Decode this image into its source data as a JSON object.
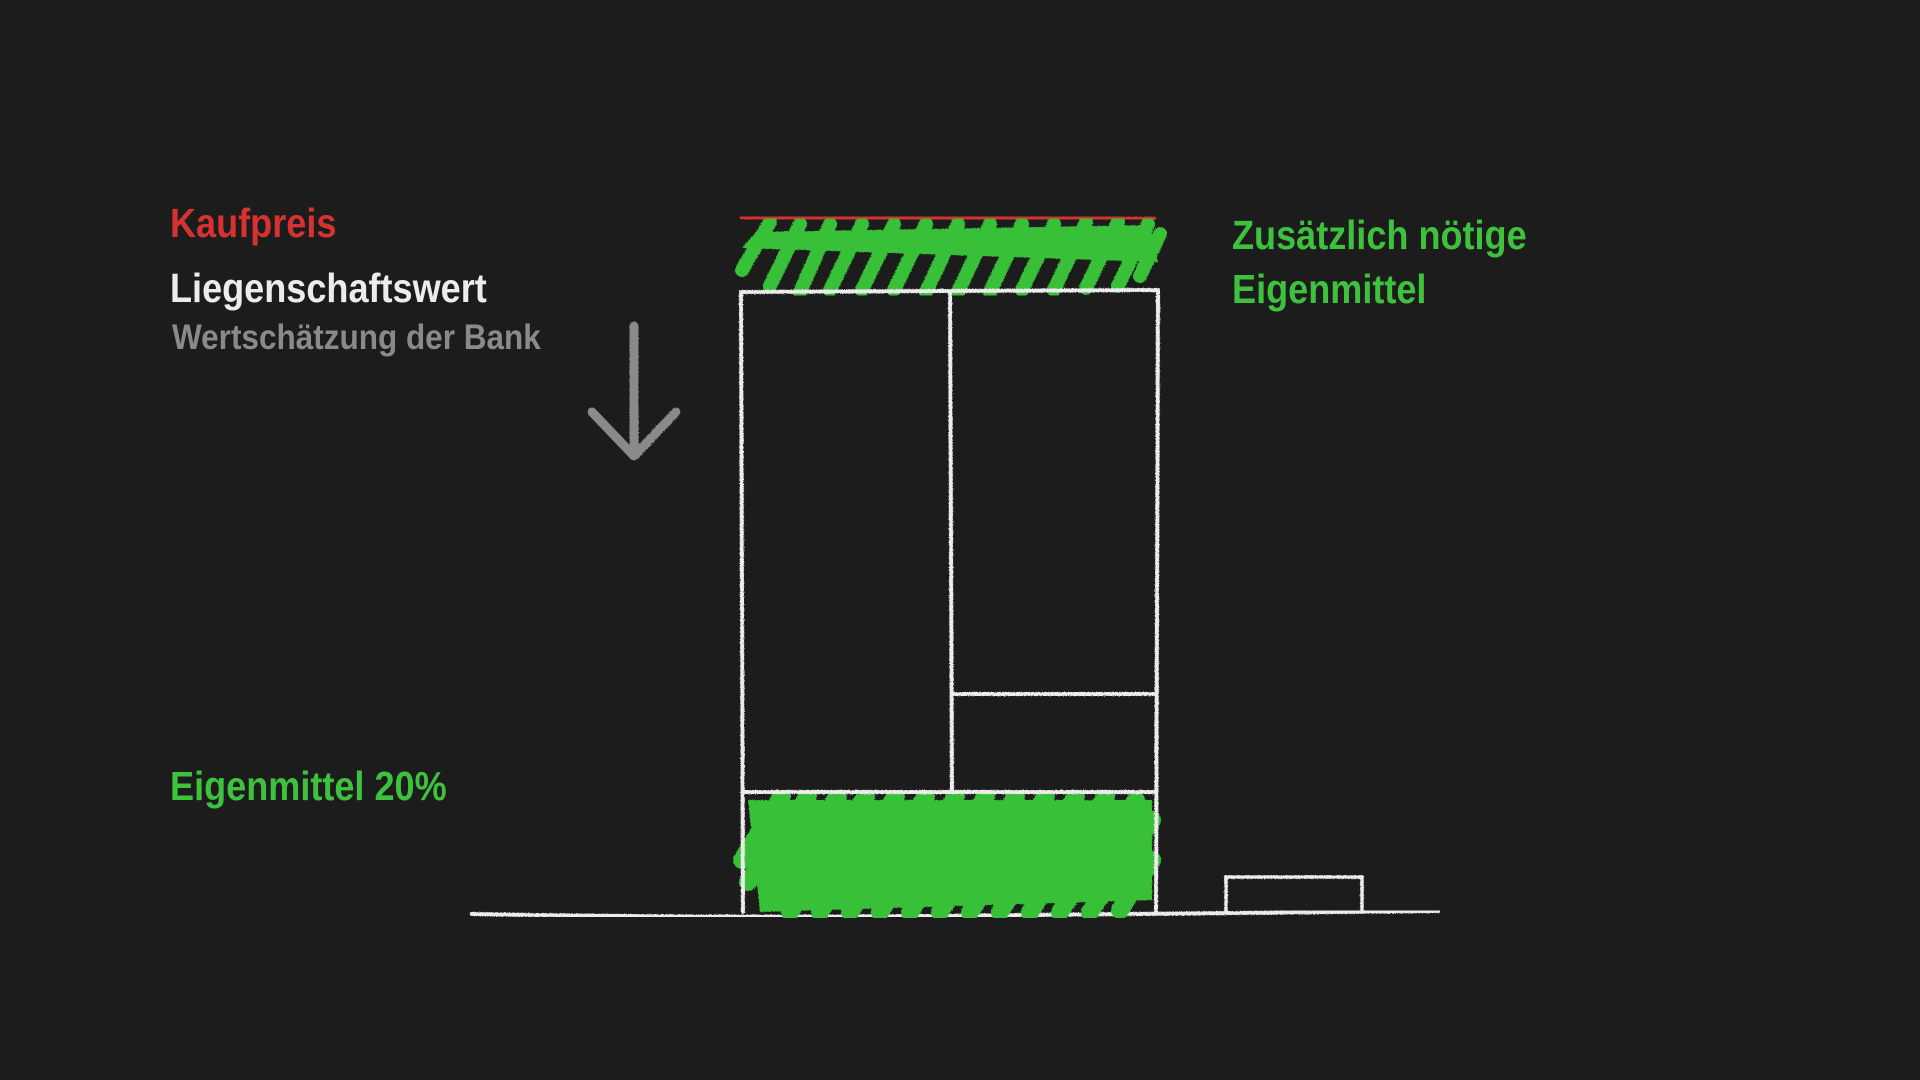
{
  "labels": {
    "kaufpreis": "Kaufpreis",
    "liegenschaftswert": "Liegenschaftswert",
    "wertschaetzung": "Wertschätzung der Bank",
    "zusaetzlich_line1": "Zusätzlich nötige",
    "zusaetzlich_line2": "Eigenmittel",
    "eigenmittel": "Eigenmittel 20%"
  },
  "colors": {
    "background": "#1b1c1b",
    "red": "#d63232",
    "green": "#3ec23e",
    "white": "#ececec",
    "grey": "#8a8a8a"
  }
}
